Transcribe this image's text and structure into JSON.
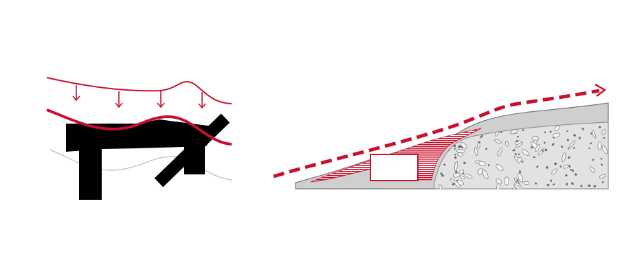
{
  "diagram": {
    "panels": [
      "left",
      "right"
    ],
    "colors": {
      "background": "#ffffff",
      "accent_red": "#c8102e",
      "solid_black": "#000000",
      "ground_grey": "#cfcfcf",
      "ground_outline": "#777777",
      "terrain_line": "#bbbbbb",
      "building_fill": "#ffffff"
    },
    "left_panel": {
      "arrow_count": 4,
      "elements": [
        "pressure-curve",
        "down-arrows",
        "red-roof-line",
        "black-structure",
        "diagonal-beam",
        "terrain-line"
      ]
    },
    "right_panel": {
      "elements": [
        "dashed-flow-arrow",
        "hatched-red-zone",
        "grey-embankment",
        "aggregate-fill",
        "white-building-block"
      ]
    }
  }
}
